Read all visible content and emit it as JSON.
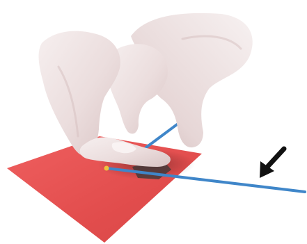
{
  "scene": {
    "subject": "pelvis-model",
    "objects": [
      {
        "name": "pelvis",
        "color": "#efe5e5"
      },
      {
        "name": "red-plane",
        "color": "#e85454"
      },
      {
        "name": "blue-rod-left",
        "color": "#3f86c9"
      },
      {
        "name": "blue-rod-right",
        "color": "#3f86c9"
      },
      {
        "name": "contact-point",
        "color": "#f0c23a"
      },
      {
        "name": "arrow",
        "color": "#111111",
        "icon": "arrow-down-left-icon"
      }
    ]
  }
}
